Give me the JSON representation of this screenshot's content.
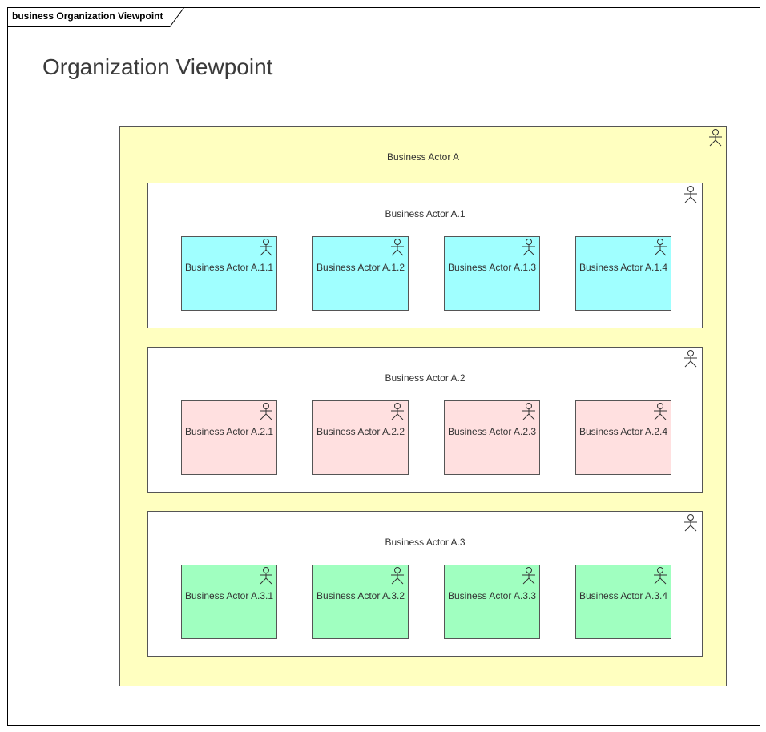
{
  "frame": {
    "label": "business Organization Viewpoint"
  },
  "title": "Organization Viewpoint",
  "colors": {
    "outer_fill": "#ffffc0",
    "group_fill": "#ffffff",
    "row1_fill": "#a0ffff",
    "row2_fill": "#ffe0e0",
    "row3_fill": "#a0ffc0",
    "border": "#555555"
  },
  "diagram": {
    "outer": {
      "label": "Business Actor A",
      "icon": "actor-icon",
      "groups": [
        {
          "label": "Business Actor A.1",
          "fill": "#a0ffff",
          "actors": [
            "Business Actor A.1.1",
            "Business Actor A.1.2",
            "Business Actor A.1.3",
            "Business Actor A.1.4"
          ]
        },
        {
          "label": "Business Actor A.2",
          "fill": "#ffe0e0",
          "actors": [
            "Business Actor A.2.1",
            "Business Actor A.2.2",
            "Business Actor A.2.3",
            "Business Actor A.2.4"
          ]
        },
        {
          "label": "Business Actor A.3",
          "fill": "#a0ffc0",
          "actors": [
            "Business Actor A.3.1",
            "Business Actor A.3.2",
            "Business Actor A.3.3",
            "Business Actor A.3.4"
          ]
        }
      ]
    }
  }
}
